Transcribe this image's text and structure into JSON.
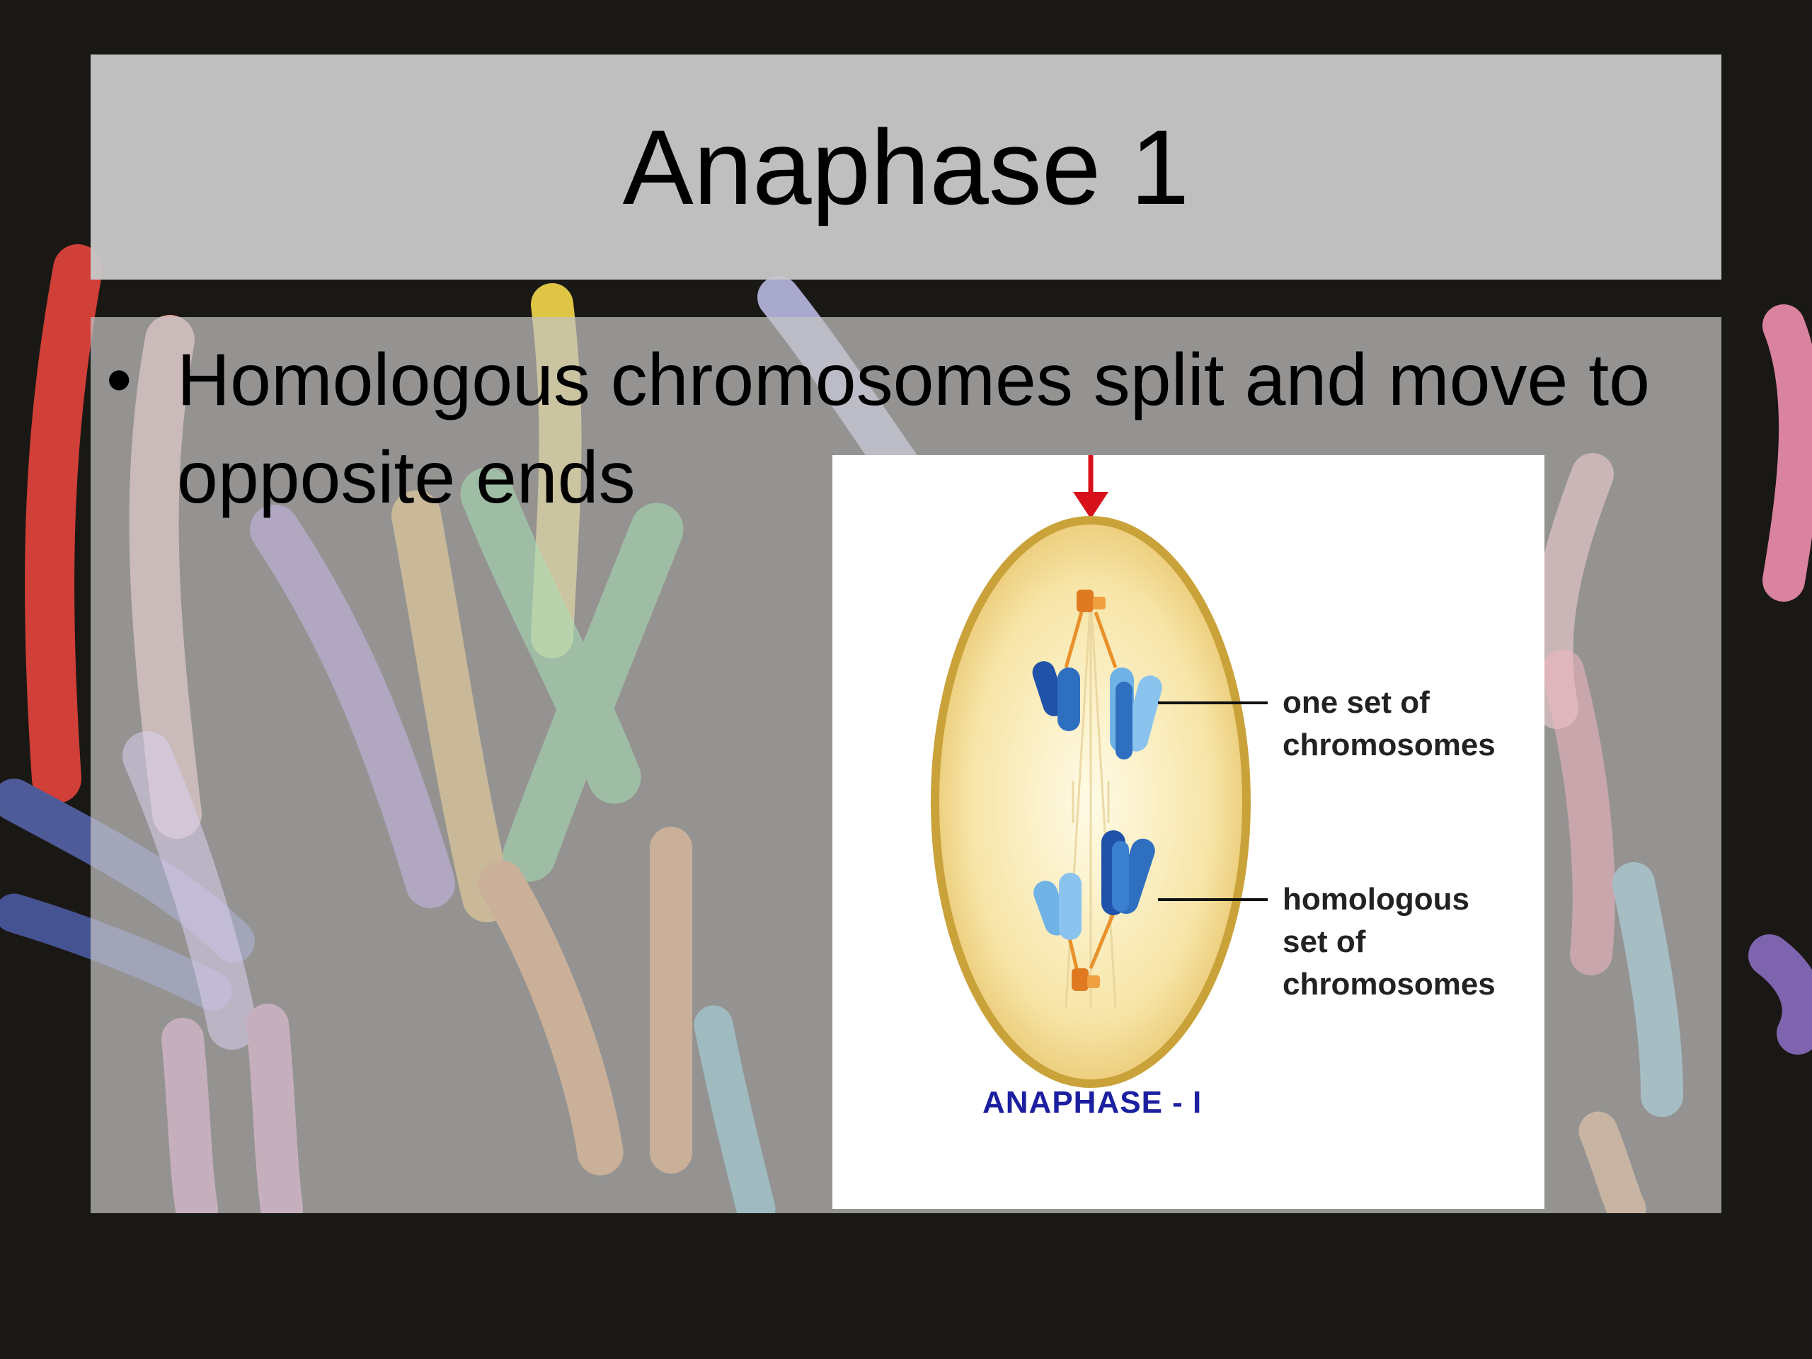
{
  "slide": {
    "title": "Anaphase 1",
    "bullet_marker": "•",
    "bullet_text": "Homologous chromosomes split and move to opposite ends"
  },
  "figure": {
    "label_top_line1": "one set of",
    "label_top_line2": "chromosomes",
    "label_bottom_line1": "homologous",
    "label_bottom_line2": "set of",
    "label_bottom_line3": "chromosomes",
    "caption": "ANAPHASE - I"
  },
  "colors": {
    "page_bg": "#1a1814",
    "band": "#c6c6c6",
    "cell_fill": "#f3d98a",
    "cell_rim": "#c9a23a",
    "chromosome_blue": "#2f6fc0",
    "arrow_red": "#d8101a",
    "caption_blue": "#1b1fa0"
  }
}
